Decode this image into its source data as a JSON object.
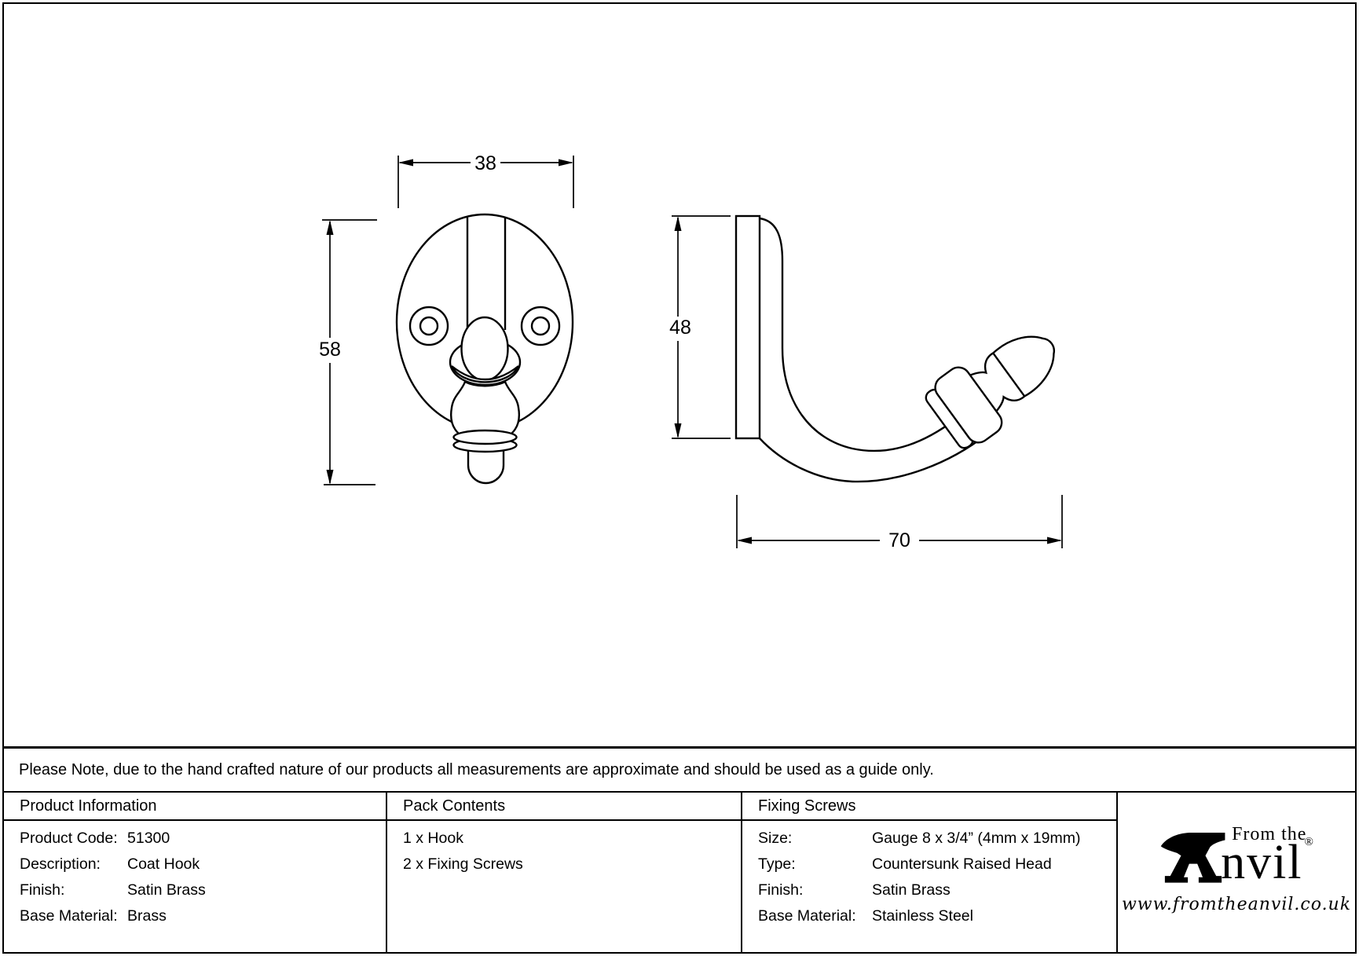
{
  "note": "Please Note, due to the hand crafted nature of our products all measurements are approximate and should be used as a guide only.",
  "drawing": {
    "front_view": {
      "width_dim": "38",
      "height_dim": "58"
    },
    "side_view": {
      "height_dim": "48",
      "depth_dim": "70"
    }
  },
  "product_information": {
    "title": "Product Information",
    "rows": [
      {
        "label": "Product Code:",
        "value": "51300"
      },
      {
        "label": "Description:",
        "value": "Coat Hook"
      },
      {
        "label": "Finish:",
        "value": "Satin Brass"
      },
      {
        "label": "Base Material:",
        "value": "Brass"
      }
    ]
  },
  "pack_contents": {
    "title": "Pack Contents",
    "items": [
      "1 x Hook",
      "2 x Fixing Screws"
    ]
  },
  "fixing_screws": {
    "title": "Fixing Screws",
    "rows": [
      {
        "label": "Size:",
        "value": "Gauge 8 x 3/4” (4mm x 19mm)"
      },
      {
        "label": "Type:",
        "value": "Countersunk Raised Head"
      },
      {
        "label": "Finish:",
        "value": "Satin Brass"
      },
      {
        "label": "Base Material:",
        "value": "Stainless Steel"
      }
    ]
  },
  "logo": {
    "prefix": "From the",
    "name_rest": "nvil",
    "registered": "®",
    "website": "www.fromtheanvil.co.uk"
  },
  "colors": {
    "ink": "#000000",
    "paper": "#ffffff"
  }
}
